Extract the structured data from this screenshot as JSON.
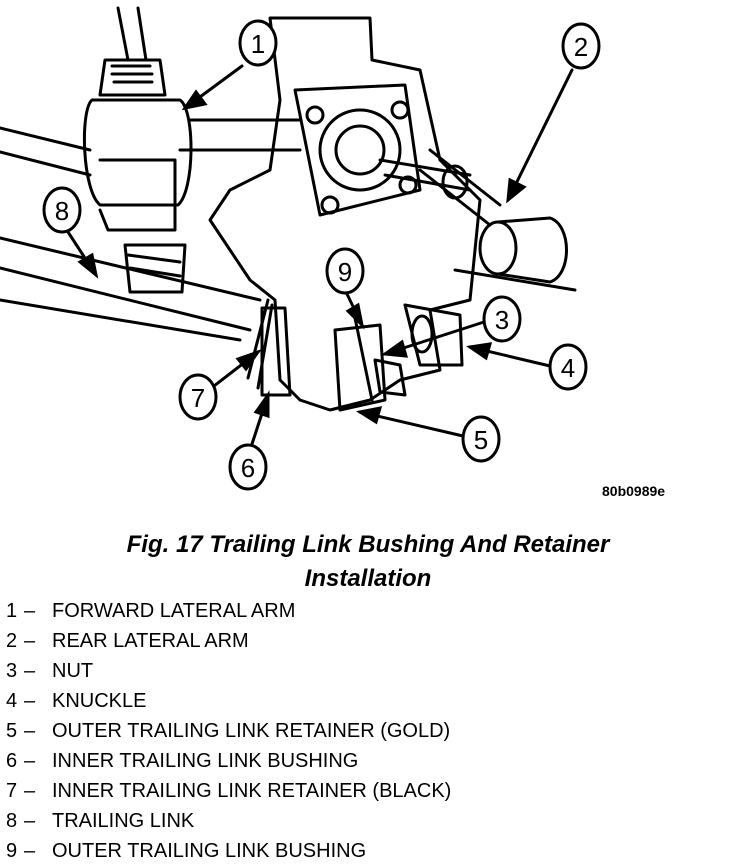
{
  "figure": {
    "code": "80b0989e",
    "caption_line1": "Fig. 17 Trailing Link Bushing And Retainer",
    "caption_line2": "Installation"
  },
  "callouts": [
    "1",
    "2",
    "3",
    "4",
    "5",
    "6",
    "7",
    "8",
    "9"
  ],
  "legend": [
    {
      "num": "1",
      "dash": "–",
      "label": "FORWARD LATERAL ARM"
    },
    {
      "num": "2",
      "dash": "–",
      "label": "REAR LATERAL ARM"
    },
    {
      "num": "3",
      "dash": "–",
      "label": "NUT"
    },
    {
      "num": "4",
      "dash": "–",
      "label": "KNUCKLE"
    },
    {
      "num": "5",
      "dash": "–",
      "label": "OUTER TRAILING LINK RETAINER (GOLD)"
    },
    {
      "num": "6",
      "dash": "–",
      "label": "INNER TRAILING LINK BUSHING"
    },
    {
      "num": "7",
      "dash": "–",
      "label": "INNER TRAILING LINK RETAINER (BLACK)"
    },
    {
      "num": "8",
      "dash": "–",
      "label": "TRAILING LINK"
    },
    {
      "num": "9",
      "dash": "–",
      "label": "OUTER TRAILING LINK BUSHING"
    }
  ]
}
